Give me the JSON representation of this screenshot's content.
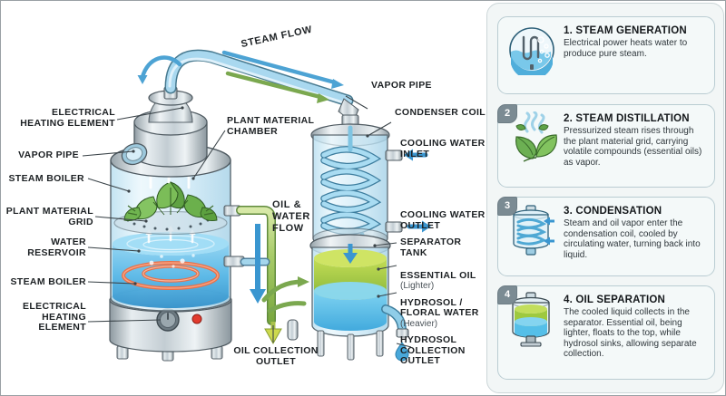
{
  "diagram": {
    "flow_labels": [
      {
        "id": "steam-flow",
        "text": "STEAM FLOW"
      },
      {
        "id": "oil-water-flow",
        "text": "OIL &\nWATER\nFLOW"
      }
    ],
    "callouts_left": [
      {
        "id": "electrical-heating-element-top",
        "text": "ELECTRICAL\nHEATING ELEMENT"
      },
      {
        "id": "vapor-pipe-left",
        "text": "VAPOR PIPE"
      },
      {
        "id": "steam-boiler-top",
        "text": "STEAM BOILER"
      },
      {
        "id": "plant-material-grid",
        "text": "PLANT MATERIAL\nGRID"
      },
      {
        "id": "water-reservoir",
        "text": "WATER\nRESERVOIR"
      },
      {
        "id": "steam-boiler-bottom",
        "text": "STEAM BOILER"
      },
      {
        "id": "electrical-heating-element-bottom",
        "text": "ELECTRICAL\nHEATING\nELEMENT"
      }
    ],
    "callouts_center": [
      {
        "id": "plant-material-chamber",
        "text": "PLANT MATERIAL\nCHAMBER"
      },
      {
        "id": "oil-collection-outlet",
        "text": "OIL COLLECTION\nOUTLET"
      }
    ],
    "callouts_right": [
      {
        "id": "vapor-pipe-right",
        "text": "VAPOR PIPE"
      },
      {
        "id": "condenser-coil",
        "text": "CONDENSER COIL"
      },
      {
        "id": "cooling-water-inlet",
        "text": "COOLING WATER\nINLET"
      },
      {
        "id": "cooling-water-outlet",
        "text": "COOLING WATER\nOUTLET"
      },
      {
        "id": "separator-tank",
        "text": "SEPARATOR TANK"
      },
      {
        "id": "essential-oil",
        "text": "ESSENTIAL OIL",
        "sub": "(Lighter)"
      },
      {
        "id": "hydrosol-floral-water",
        "text": "HYDROSOL /\nFLORAL WATER",
        "sub": "(Heavier)"
      },
      {
        "id": "hydrosol-collection-outlet",
        "text": "HYDROSOL\nCOLLECTION\nOUTLET"
      }
    ]
  },
  "steps": [
    {
      "number": "1",
      "title": "1. STEAM GENERATION",
      "body": "Electrical power heats water to produce pure steam.",
      "icon": "heating-element-in-water-icon"
    },
    {
      "number": "2",
      "title": "2. STEAM DISTILLATION",
      "body": "Pressurized steam rises through the plant material grid, carrying volatile compounds (essential oils) as vapor.",
      "icon": "leaves-with-steam-icon"
    },
    {
      "number": "3",
      "title": "3. CONDENSATION",
      "body": "Steam and oil vapor enter the condensation coil, cooled by circulating water, turning back into liquid.",
      "icon": "condenser-coil-icon"
    },
    {
      "number": "4",
      "title": "4. OIL SEPARATION",
      "body": "The cooled liquid collects in the separator. Essential oil, being lighter, floats to the top, while hydrosol sinks, allowing separate collection.",
      "icon": "separator-tank-icon"
    }
  ],
  "colors": {
    "steam_blue": "#4da3d4",
    "oil_green": "#7aa83f",
    "water_blue": "#57b3e4",
    "metal_grey": "#b9c3c9",
    "panel_bg": "#f2f6f6",
    "badge_grey": "#7b8b93",
    "leaf_green": "#6aa84f",
    "heater_orange": "#e8714a",
    "hydrosol_blue": "#58c3ec",
    "essential_oil_green": "#9ac93f"
  }
}
